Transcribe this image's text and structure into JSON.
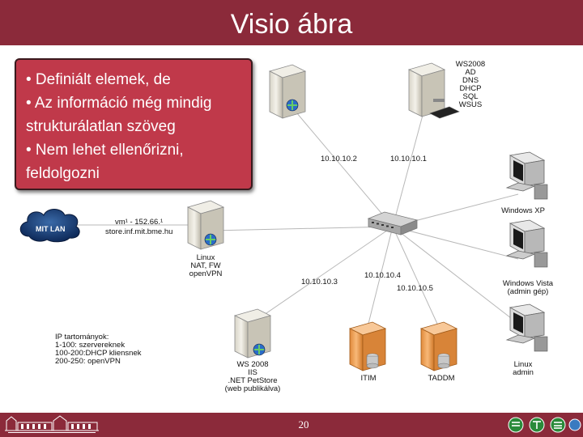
{
  "title": "Visio ábra",
  "callout": {
    "lines": [
      "• Definiált elemek, de",
      "• Az információ még mindig",
      "strukturálatlan szöveg",
      "• Nem lehet ellenőrizni,",
      "feldolgozni"
    ]
  },
  "diagram": {
    "ws2008_top": [
      "WS2008",
      "AD",
      "DNS",
      "DHCP",
      "SQL",
      "WSUS"
    ],
    "ip_10_2": "10.10.10.2",
    "ip_10_1": "10.10.10.1",
    "ip_10_3": "10.10.10.3",
    "ip_10_4": "10.10.10.4",
    "ip_10_5": "10.10.10.5",
    "cloud": "MIT LAN",
    "vm_line": "vm¹ - 152.66.¹",
    "store_line": "store.inf.mit.bme.hu",
    "linux_fw": [
      "Linux",
      "NAT, FW",
      "openVPN"
    ],
    "winxp": "Windows XP",
    "vista": [
      "Windows Vista",
      "(admin gép)"
    ],
    "linux_admin": [
      "Linux",
      "admin"
    ],
    "ip_ranges": [
      "IP tartományok:",
      "1-100: szervereknek",
      "100-200:DHCP kliensnek",
      "200-250: openVPN"
    ],
    "ws2008_bottom": [
      "WS 2008",
      "IIS",
      ".NET PetStore",
      "(web publikálva)"
    ],
    "itim": "ITIM",
    "taddm": "TADDM"
  },
  "footer": {
    "page": "20"
  },
  "colors": {
    "bar": "#8b2a3a",
    "callout": "#c0394a",
    "server": "#e8e4d8",
    "orange": "#f0a050"
  }
}
